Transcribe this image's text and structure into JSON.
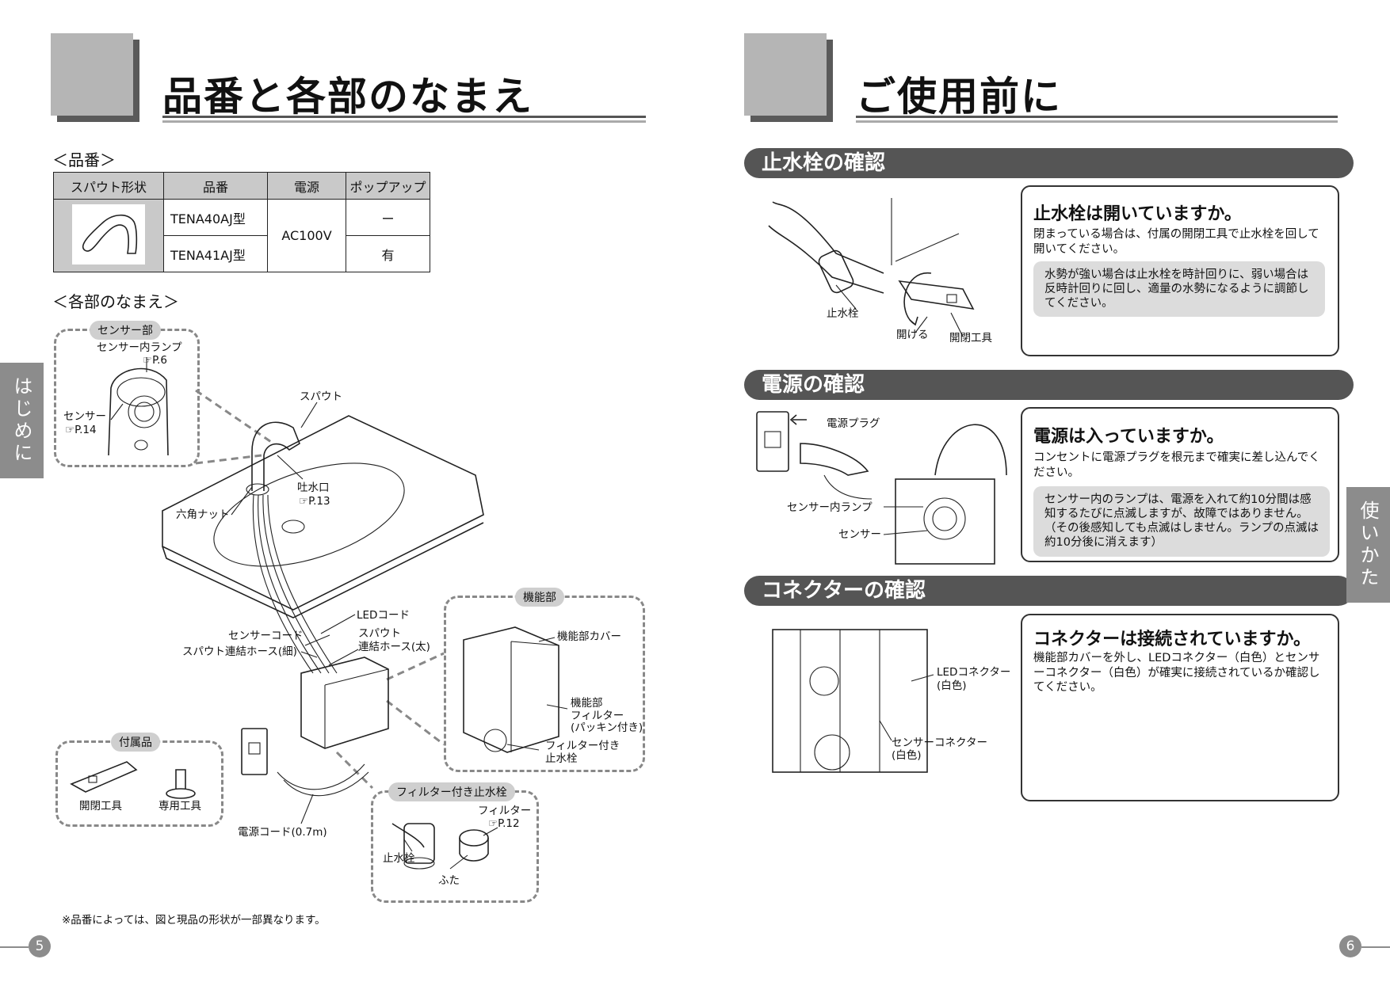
{
  "left": {
    "title": "品番と各部のなまえ",
    "model_heading": "＜品番＞",
    "table": {
      "headers": [
        "スパウト形状",
        "品番",
        "電源",
        "ポップアップ"
      ],
      "rows": [
        {
          "model": "TENA40AJ型",
          "popup": "ー"
        },
        {
          "model": "TENA41AJ型",
          "popup": "有"
        }
      ],
      "power": "AC100V"
    },
    "parts_heading": "＜各部のなまえ＞",
    "side_tab": "はじめに",
    "sensor_box": {
      "title": "センサー部",
      "lamp": "センサー内ランプ",
      "lamp_ref": "☞P.6",
      "sensor": "センサー",
      "sensor_ref": "☞P.14"
    },
    "labels": {
      "spout": "スパウト",
      "outlet": "吐水口",
      "outlet_ref": "☞P.13",
      "hex_nut": "六角ナット",
      "led_cord": "LEDコード",
      "sensor_cord": "センサーコード",
      "spout_hose_thin": "スパウト連結ホース(細)",
      "spout_hose_thick_1": "スパウト",
      "spout_hose_thick_2": "連結ホース(太)",
      "power_cord": "電源コード(0.7m)"
    },
    "function_box": {
      "title": "機能部",
      "cover": "機能部カバー",
      "filter_1": "機能部",
      "filter_2": "フィルター",
      "filter_3": "(パッキン付き)",
      "valve_1": "フィルター付き",
      "valve_2": "止水栓"
    },
    "accessory_box": {
      "title": "付属品",
      "tool": "開閉工具",
      "special_tool": "専用工具"
    },
    "filter_valve_box": {
      "title": "フィルター付き止水栓",
      "filter": "フィルター",
      "filter_ref": "☞P.12",
      "valve": "止水栓",
      "cap": "ふた"
    },
    "footnote": "※品番によっては、図と現品の形状が一部異なります。",
    "page_number": "5"
  },
  "right": {
    "title": "ご使用前に",
    "side_tab": "使いかた",
    "sections": [
      {
        "bar": "止水栓の確認",
        "question": "止水栓は開いていますか。",
        "body": "閉まっている場合は、付属の開閉工具で止水栓を回して開いてください。",
        "note": "水勢が強い場合は止水栓を時計回りに、弱い場合は反時計回りに回し、適量の水勢になるように調節してください。",
        "labels": {
          "valve": "止水栓",
          "open": "開ける",
          "tool": "開閉工具"
        }
      },
      {
        "bar": "電源の確認",
        "question": "電源は入っていますか。",
        "body": "コンセントに電源プラグを根元まで確実に差し込んでください。",
        "note": "センサー内のランプは、電源を入れて約10分間は感知するたびに点滅しますが、故障ではありません。（その後感知しても点滅はしません。ランプの点滅は約10分後に消えます）",
        "labels": {
          "plug": "電源プラグ",
          "lamp": "センサー内ランプ",
          "sensor": "センサー"
        }
      },
      {
        "bar": "コネクターの確認",
        "question": "コネクターは接続されていますか。",
        "body": "機能部カバーを外し、LEDコネクター（白色）とセンサーコネクター（白色）が確実に接続されているか確認してください。",
        "labels": {
          "led_1": "LEDコネクター",
          "led_2": "(白色)",
          "sensor_1": "センサーコネクター",
          "sensor_2": "(白色)"
        }
      }
    ],
    "page_number": "6"
  }
}
